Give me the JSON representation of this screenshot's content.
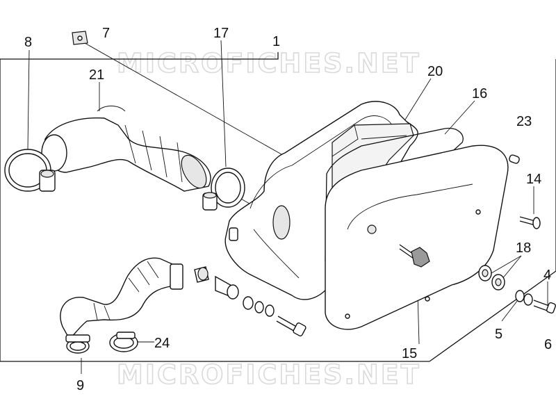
{
  "watermark": "MICROFICHES.NET",
  "callouts": {
    "c1": "1",
    "c4": "4",
    "c5": "5",
    "c6": "6",
    "c7": "7",
    "c8": "8",
    "c9": "9",
    "c14": "14",
    "c15": "15",
    "c16": "16",
    "c17": "17",
    "c18": "18",
    "c20": "20",
    "c21": "21",
    "c23": "23",
    "c24": "24"
  }
}
